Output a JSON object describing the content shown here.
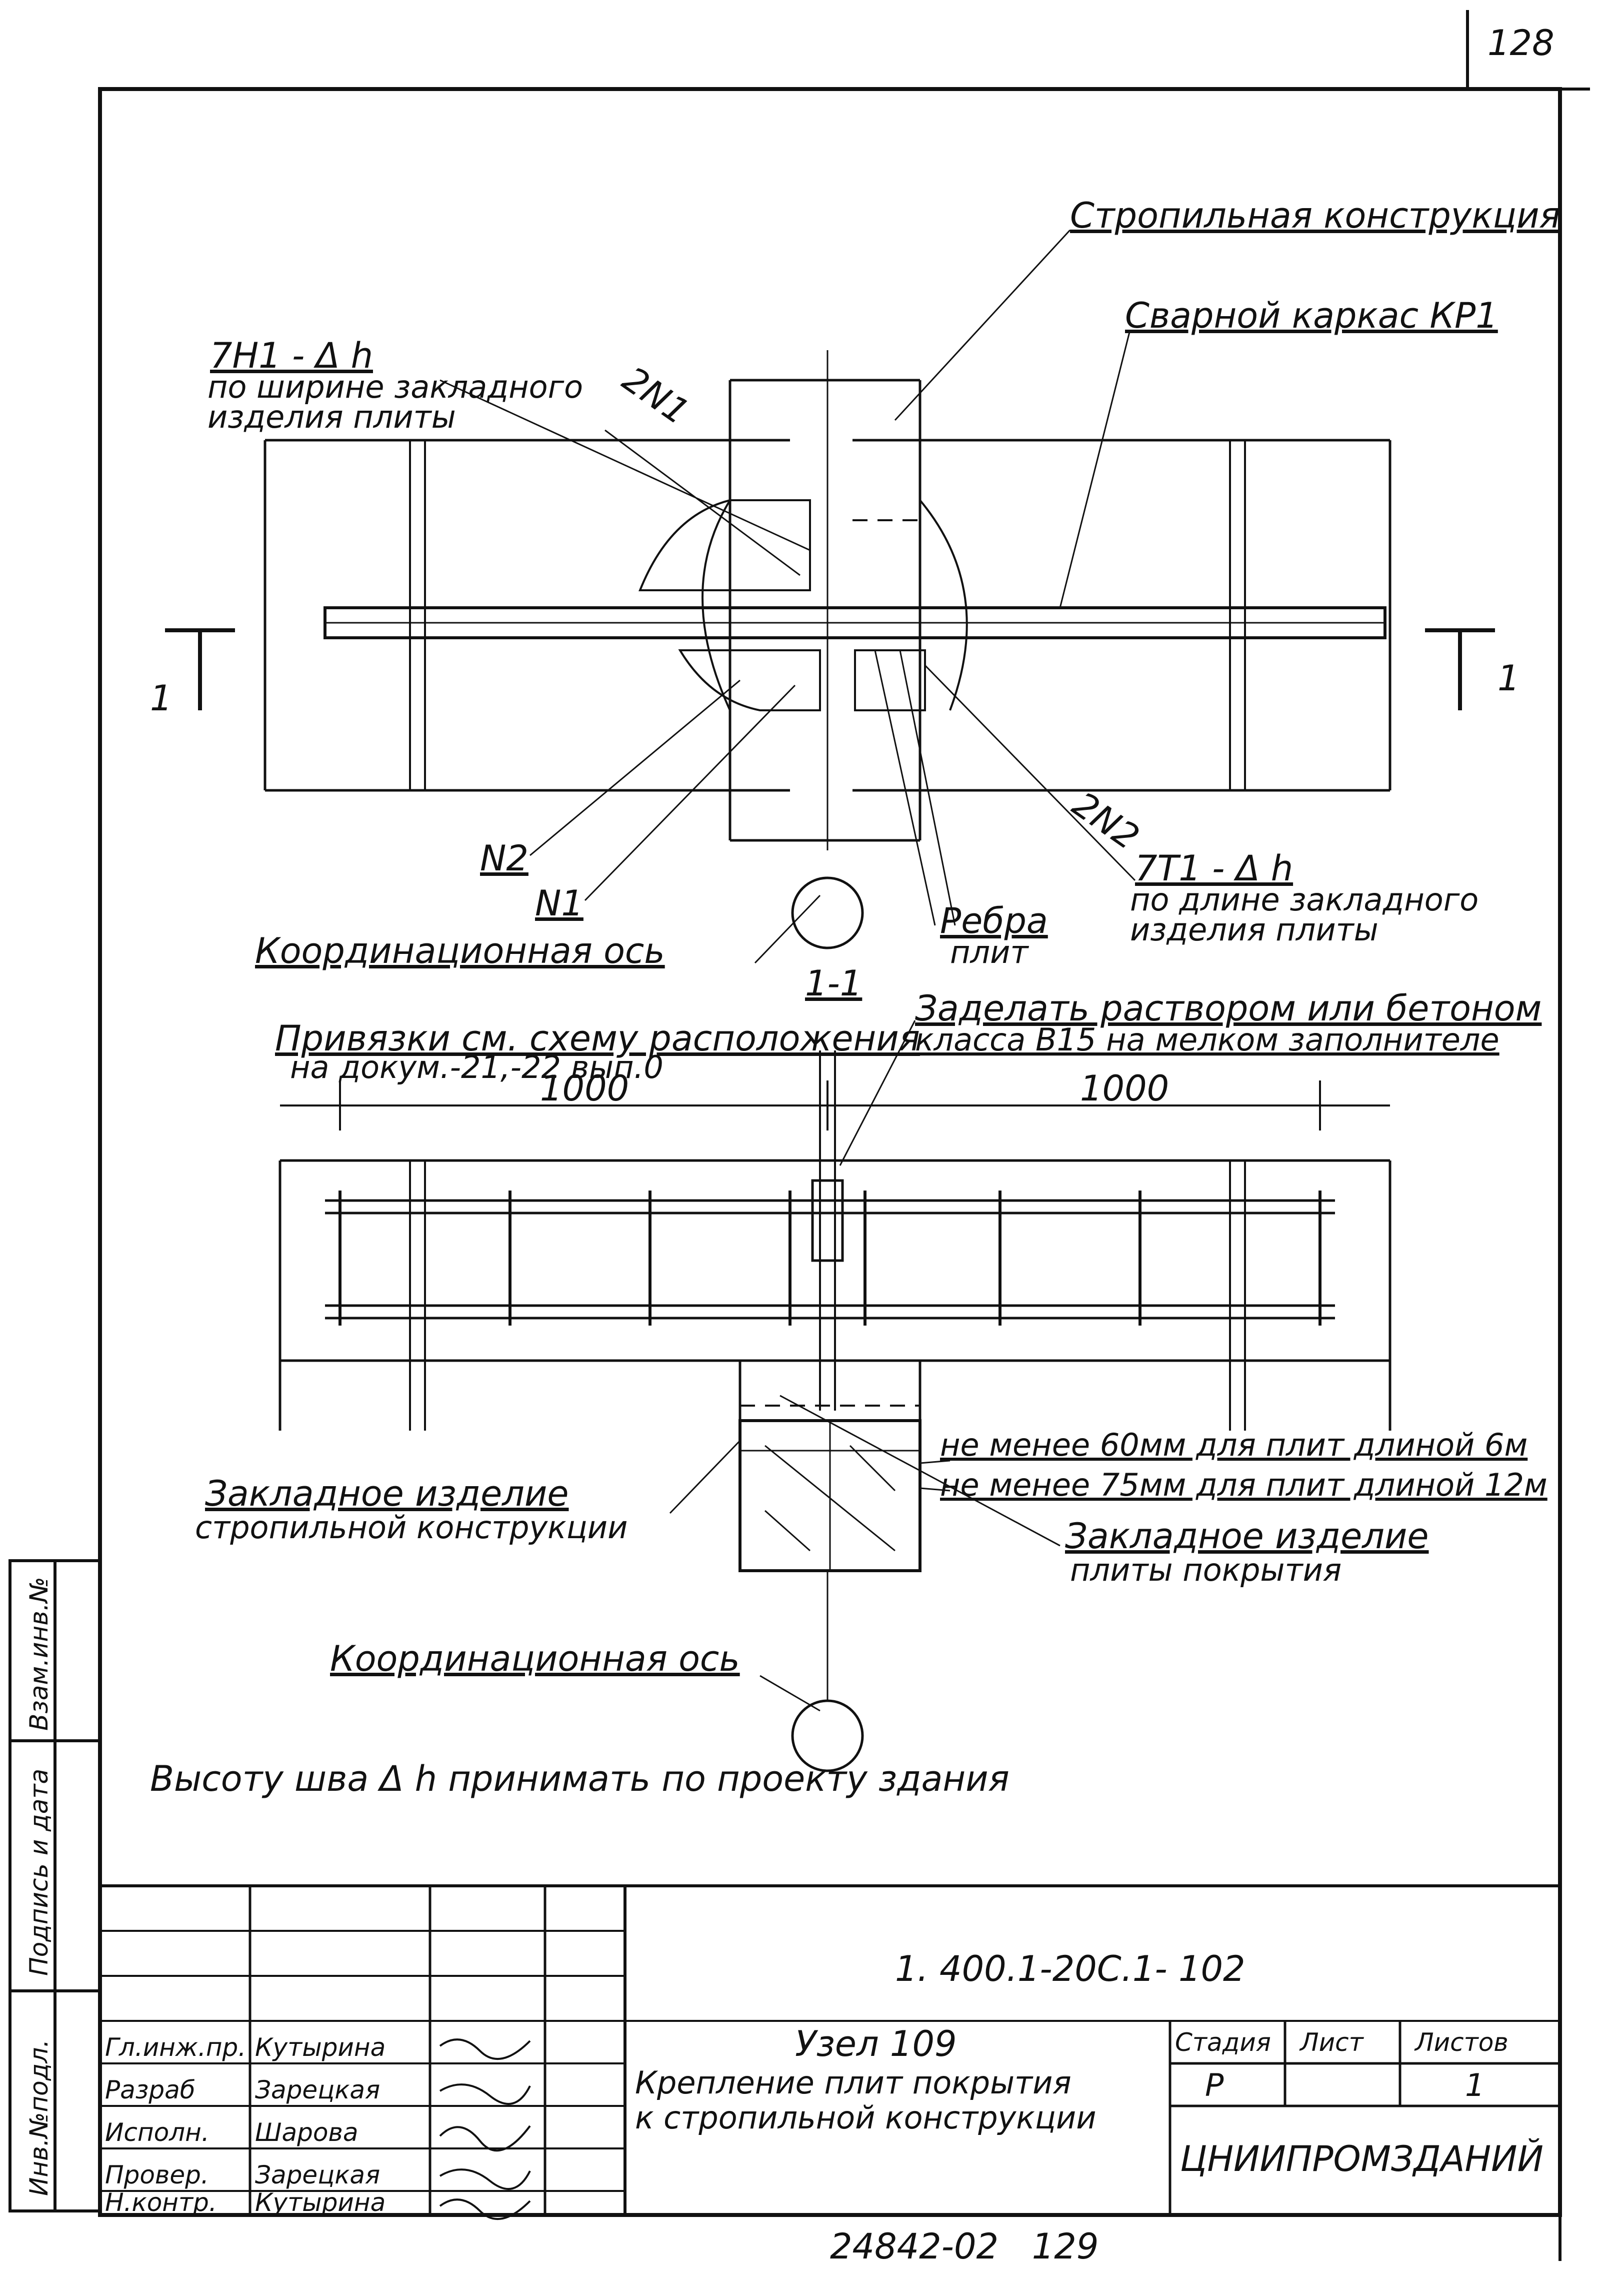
{
  "sheet_number": "128",
  "labels": {
    "truss_structure": "Стропильная конструкция",
    "weld_frame": "Сварной каркас КР1",
    "weld_7h1_a": "7Н1 - Δ h",
    "weld_7h1_b": "по ширине закладного",
    "weld_7h1_c": "изделия плиты",
    "mark_2n1": "2N1",
    "mark_2n2": "2N2",
    "mark_n2": "N2",
    "mark_n1": "N1",
    "weld_7t1_a": "7Т1 - Δ h",
    "weld_7t1_b": "по длине закладного",
    "weld_7t1_c": "изделия плиты",
    "ribs_a": "Ребра",
    "ribs_b": "плит",
    "coord_axis_1": "Координационная ось",
    "section_mark": "1",
    "section_title": "1-1",
    "binding_a": "Привязки см. схему расположения",
    "binding_b": "на докум.-21,-22 вып.0",
    "fill_a": "Заделать раствором или бетоном",
    "fill_b": "класса В15 на мелком заполнителе",
    "dim_left": "1000",
    "dim_right": "1000",
    "min60": "не менее 60мм для плит длиной 6м",
    "min75": "не менее 75мм для плит длиной 12м",
    "embed_truss_a": "Закладное изделие",
    "embed_truss_b": "стропильной конструкции",
    "embed_slab_a": "Закладное изделие",
    "embed_slab_b": "плиты покрытия",
    "coord_axis_2": "Координационная ось",
    "note": "Высоту шва Δ h принимать по проекту здания"
  },
  "side_stamp": {
    "inv_orig": "Инв.№подл.",
    "sign_date": "Подпись и дата",
    "inv_replace": "Взам.инв.№"
  },
  "title_block": {
    "doc_code": "1. 400.1-20С.1- 102",
    "title_1": "Узел 109",
    "title_2": "Крепление плит покрытия",
    "title_3": "к стропильной конструкции",
    "stage_h": "Стадия",
    "sheet_h": "Лист",
    "sheets_h": "Листов",
    "stage_v": "Р",
    "sheet_v": "",
    "sheets_v": "1",
    "org": "ЦНИИПРОМЗДАНИЙ",
    "people": [
      {
        "role": "Гл.инж.пр.",
        "name": "Кутырина"
      },
      {
        "role": "Разраб",
        "name": "Зарецкая"
      },
      {
        "role": "Исполн.",
        "name": "Шарова"
      },
      {
        "role": "Провер.",
        "name": "Зарецкая"
      },
      {
        "role": "Н.контр.",
        "name": "Кутырина"
      }
    ]
  },
  "bottom_code": "24842-02   129"
}
